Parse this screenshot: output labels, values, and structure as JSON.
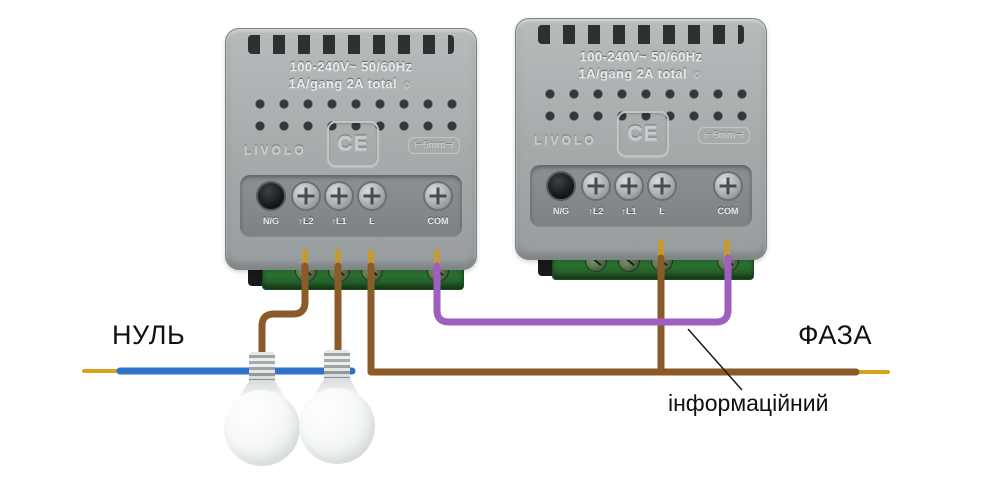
{
  "diagram": {
    "labels": {
      "neutral": "НУЛЬ",
      "phase": "ФАЗА",
      "info_wire": "інформаційний"
    },
    "modules": [
      {
        "brand": "LIVOLO",
        "rating_line1": "100-240V~  50/60Hz",
        "rating_line2": "1A/gang 2A total",
        "sun_icon": "☼",
        "ce_mark": "CE",
        "strip_gauge": "⊢6mm⊣",
        "terminals": [
          "N/G",
          "↑L2",
          "↑L1",
          "L",
          "COM"
        ]
      },
      {
        "brand": "LIVOLO",
        "rating_line1": "100-240V~  50/60Hz",
        "rating_line2": "1A/gang 2A total",
        "sun_icon": "☼",
        "ce_mark": "CE",
        "strip_gauge": "⊢6mm⊣",
        "terminals": [
          "N/G",
          "↑L2",
          "↑L1",
          "L",
          "COM"
        ]
      }
    ],
    "colors": {
      "neutral_wire": "#2f72cc",
      "phase_wire": "#8a5a28",
      "info_wire": "#a05fc0",
      "bare_tip": "#d9a31d",
      "ferrule": "#c39a33",
      "pointer": "#1a1a1a"
    }
  }
}
